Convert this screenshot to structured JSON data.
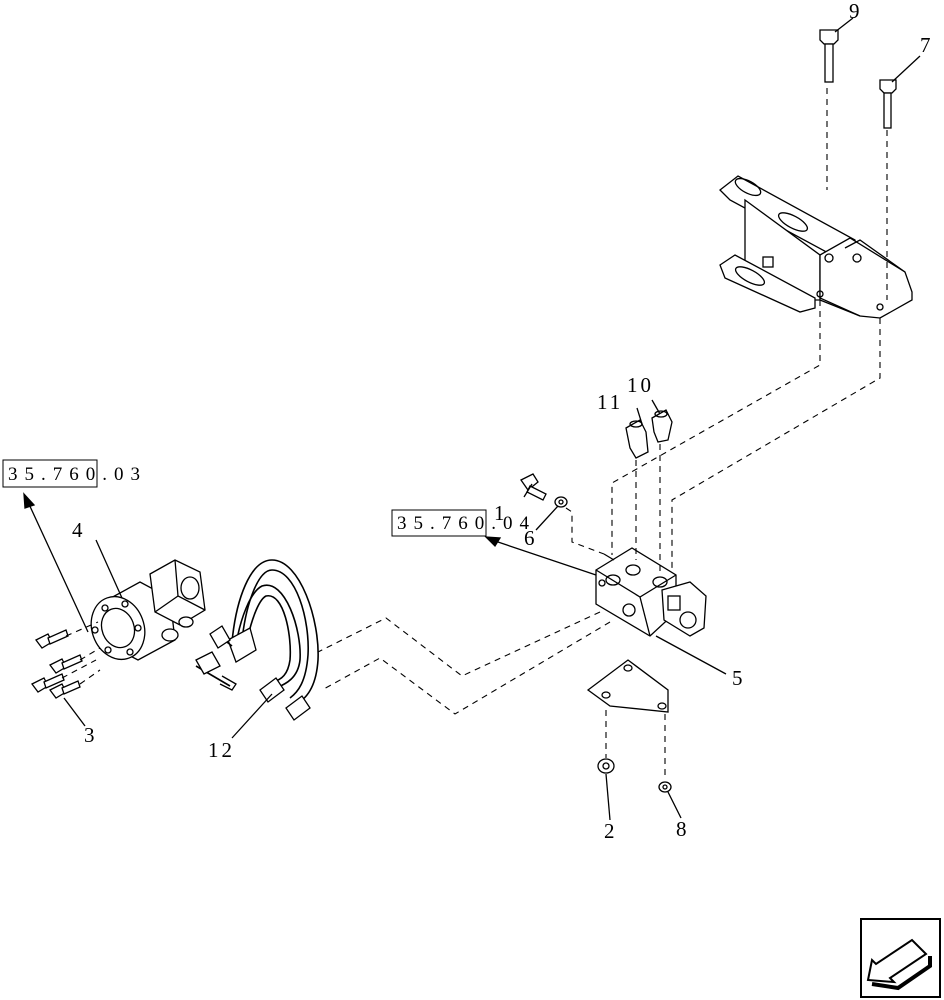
{
  "callouts": {
    "c1": "1",
    "c2": "2",
    "c3": "3",
    "c4": "4",
    "c5": "5",
    "c6": "6",
    "c7": "7",
    "c8": "8",
    "c9": "9",
    "c10": "10",
    "c11": "11",
    "c12": "12"
  },
  "references": {
    "left": "35.760.03",
    "center": "35.760.04"
  },
  "nav_icon": "previous-page-arrow-icon"
}
